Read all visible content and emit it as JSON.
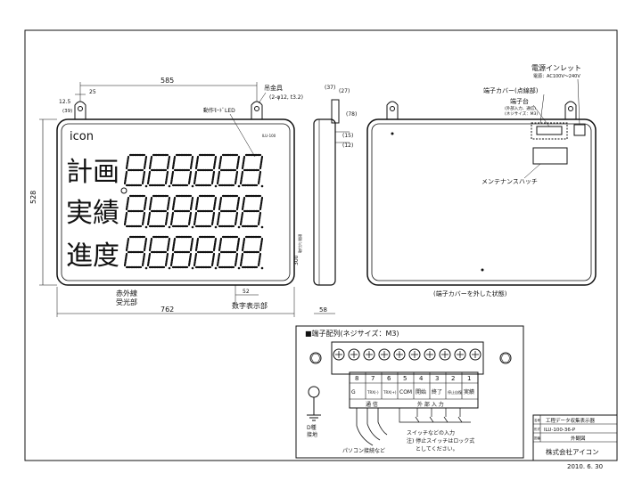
{
  "front": {
    "logo": "icon",
    "model_small": "ILU-100",
    "row_labels": [
      "計画",
      "実績",
      "進度"
    ],
    "digit_counts": [
      6,
      6,
      6
    ],
    "digit_char": "8",
    "dim_width_top": "585",
    "dim_25": "25",
    "dim_12_5": "12.5",
    "dim_39": "(39)",
    "dim_height": "528",
    "dim_width_bottom": "762",
    "dim_52": "52",
    "dim_300": "300",
    "dim_300_note": "取付穴\n間隔",
    "label_hanger": "吊金具",
    "label_hanger_spec": "(2-φ12, t3.2)",
    "label_led": "動作ﾓｰﾄﾞLED",
    "label_ir": "赤外線",
    "label_ir2": "受光部",
    "label_digits": "数字表示部"
  },
  "side": {
    "dim_37": "(37)",
    "dim_27": "(27)",
    "dim_78": "(78)",
    "dim_15": "(15)",
    "dim_12": "(12)",
    "dim_58": "58"
  },
  "back": {
    "label_power": "電源インレット",
    "label_power_spec": "電源：AC100V～240V",
    "label_terminal_cover": "端子カバー(点線部)",
    "label_terminal_block": "端子台",
    "label_terminal_spec1": "(外部入力、通信)",
    "label_terminal_spec2": "(ネジサイズ：M3)",
    "label_maint": "メンテナンスハッチ",
    "caption": "(端子カバーを外した状態)"
  },
  "terminal": {
    "title": "■端子配列(ネジサイズ：M3)",
    "numbers": [
      "8",
      "7",
      "6",
      "5",
      "4",
      "3",
      "2",
      "1"
    ],
    "names": [
      "G",
      "TRX(-)",
      "TRX(+)",
      "COM",
      "開始",
      "終了",
      "停止自復",
      "実績"
    ],
    "group_comm": "通 信",
    "group_ext": "外 部 入 力",
    "ground_label": "D種",
    "ground_label2": "接地",
    "pc_label": "パソコン接続など",
    "switch_note1": "スイッチなどの入力",
    "switch_note2": "注) 停止スイッチはロック式",
    "switch_note3": "としてください。"
  },
  "titleblock": {
    "row1_label": "名称",
    "row1": "工程データ収集表示器",
    "row2_label": "形式",
    "row2": "ILU-100-36-P",
    "row3_label": "図番",
    "row3": "外観図",
    "company": "株式会社アイコン",
    "date": "2010. 6. 30"
  },
  "colors": {
    "line": "#111111",
    "paper": "#ffffff"
  }
}
